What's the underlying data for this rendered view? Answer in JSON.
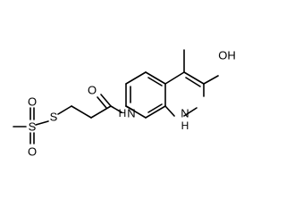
{
  "atoms": {
    "amide_oxygen": "O",
    "amide_nitrogen": "N",
    "amide_nitrogen_h": "H",
    "ring_nitrogen": "N",
    "ring_nitrogen_h": "H",
    "hydroxyl": "OH",
    "sulfonyl_oxygen_top": "O",
    "sulfonyl_oxygen_bottom": "O",
    "sulfonyl_sulfur": "S",
    "thio_sulfur": "S"
  },
  "colors": {
    "bond": "#000000",
    "label": "#000000",
    "background": "#ffffff"
  }
}
